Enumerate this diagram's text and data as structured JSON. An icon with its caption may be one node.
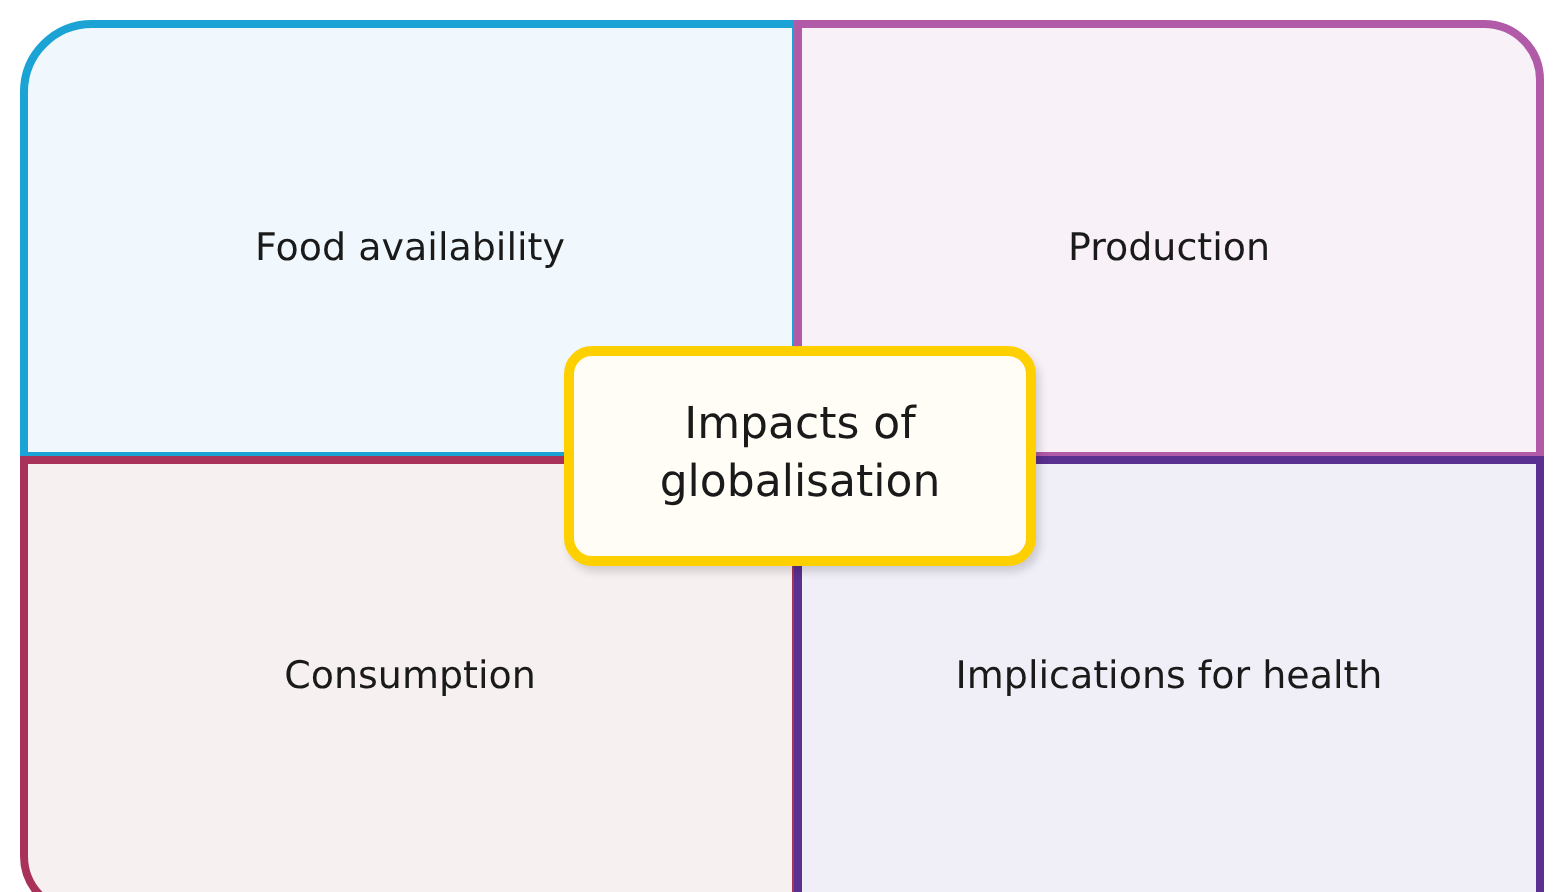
{
  "diagram": {
    "nodes": [
      {
        "text": [
          "Food availability"
        ]
      },
      {
        "text": [
          "Production"
        ]
      },
      {
        "text": [
          "Impacts of globalisation"
        ]
      },
      {
        "text": [
          "Consumption"
        ]
      },
      {
        "text": [
          "Implications for health"
        ]
      }
    ]
  }
}
